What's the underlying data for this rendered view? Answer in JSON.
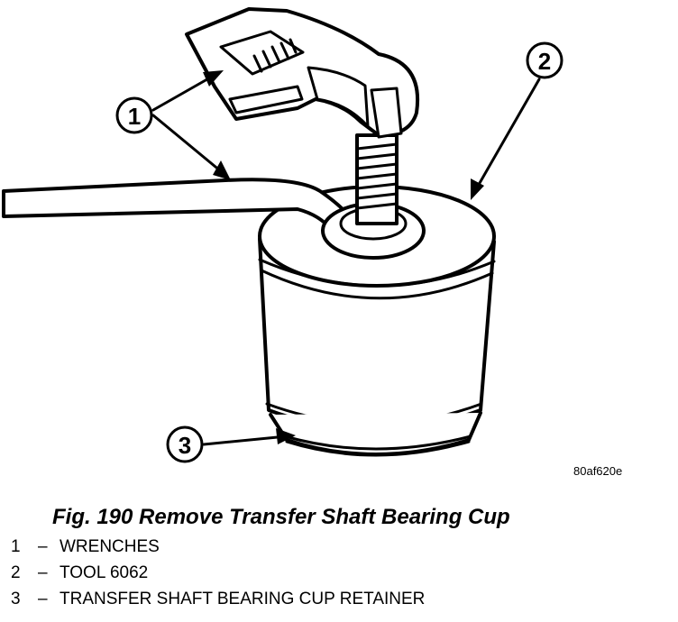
{
  "figure": {
    "code": "80af620e",
    "caption": "Fig. 190 Remove Transfer Shaft Bearing Cup"
  },
  "callouts": [
    {
      "number": "1",
      "label": "WRENCHES"
    },
    {
      "number": "2",
      "label": "TOOL 6062"
    },
    {
      "number": "3",
      "label": "TRANSFER SHAFT BEARING CUP RETAINER"
    }
  ],
  "separator": "–"
}
